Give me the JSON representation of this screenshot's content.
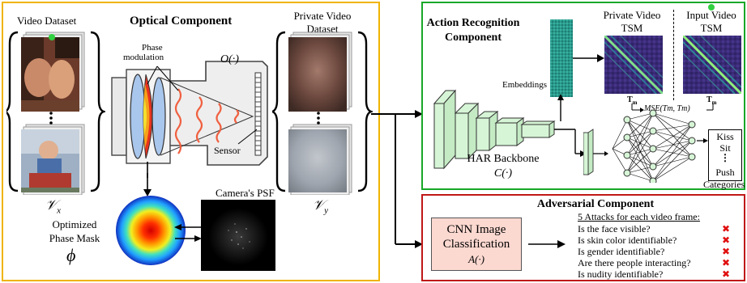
{
  "colors": {
    "optical_border": "#f0b400",
    "action_border": "#18a828",
    "adversarial_border": "#c01818",
    "cnn_box_fill": "#fbd8d0",
    "x_mark": "#e01010",
    "cube_fill": "#d6f5d6"
  },
  "optical": {
    "title": "Optical Component",
    "video_dataset": "Video Dataset",
    "vx": "𝒱",
    "vx_sub": "x",
    "private_dataset_line1": "Private Video",
    "private_dataset_line2": "Dataset",
    "vy": "𝒱",
    "vy_sub": "y",
    "phase_modulation_line1": "Phase",
    "phase_modulation_line2": "modulation",
    "o_func": "O(·)",
    "sensor": "Sensor",
    "camera_psf": "Camera's PSF",
    "optimized_line1": "Optimized",
    "optimized_line2": "Phase Mask",
    "phi": "ϕ"
  },
  "action": {
    "title_line1": "Action Recognition",
    "title_line2": "Component",
    "embeddings": "Embeddings",
    "private_tsm_line1": "Private Video",
    "private_tsm_line2": "TSM",
    "input_tsm_line1": "Input Video",
    "input_tsm_line2": "TSM",
    "tm_left": "T",
    "tm_left_sub": "m",
    "tm_right": "T",
    "tm_right_sub": "m",
    "mse_label": "MSE(Tm, Tm)",
    "har_line1": "HAR Backbone",
    "har_line2": "C(·)",
    "categories_items": [
      "Kiss",
      "Sit",
      "⋮",
      "Push"
    ],
    "categories_label": "Categories"
  },
  "adversarial": {
    "title": "Adversarial Component",
    "cnn_line1": "CNN Image",
    "cnn_line2": "Classification",
    "cnn_line3": "A(·)",
    "attacks_header": "5 Attacks for each video frame:",
    "attacks": [
      "Is the face visible?",
      "Is skin color identifiable?",
      "Is gender identifiable?",
      "Are there people interacting?",
      "Is nudity identifiable?"
    ],
    "mark_glyph": "✖"
  }
}
